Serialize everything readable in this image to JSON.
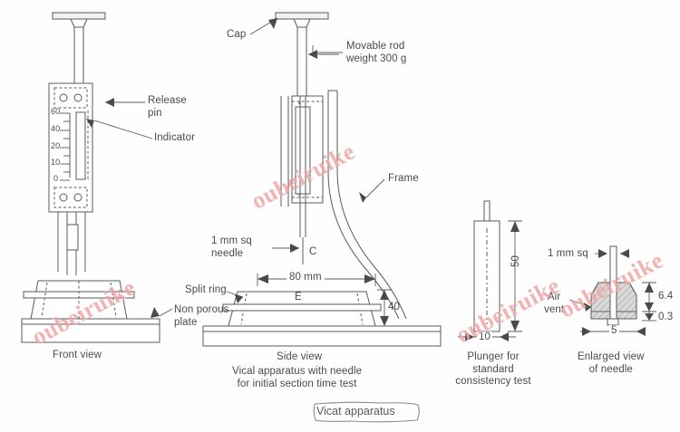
{
  "figure": {
    "caption": "Vicat apparatus",
    "background": "#fefefe",
    "line_color": "#5a5a5a",
    "text_color": "#4a4a4a",
    "watermark_color": "#f0a6a6",
    "watermark_text": "oubeiruike"
  },
  "views": {
    "front": {
      "title": "Front view",
      "callouts": {
        "release_pin": "Release\npin",
        "indicator": "Indicator",
        "non_porous_plate": "Non porous\nplate"
      },
      "scale_ticks": [
        "60",
        "40",
        "20",
        "10",
        "0"
      ]
    },
    "side": {
      "title": "Side view",
      "subtitle": "Vical apparatus with needle\nfor initial section time test",
      "callouts": {
        "cap": "Cap",
        "movable_rod": "Movable rod\nweight 300 g",
        "frame": "Frame",
        "needle": "1 mm sq\nneedle",
        "split_ring": "Split ring",
        "point_c": "C",
        "point_e": "E"
      },
      "dimensions": {
        "width": "80 mm",
        "height": "40"
      }
    },
    "plunger": {
      "title": "Plunger for\nstandard\nconsistency test",
      "dimensions": {
        "length": "50",
        "diameter": "10"
      }
    },
    "needle_detail": {
      "title": "Enlarged view\nof needle",
      "callouts": {
        "needle_size": "1 mm sq",
        "air_vent": "Air\nvent"
      },
      "dimensions": {
        "head_height": "6.4",
        "lip_height": "0.3",
        "head_width": "5"
      }
    }
  }
}
